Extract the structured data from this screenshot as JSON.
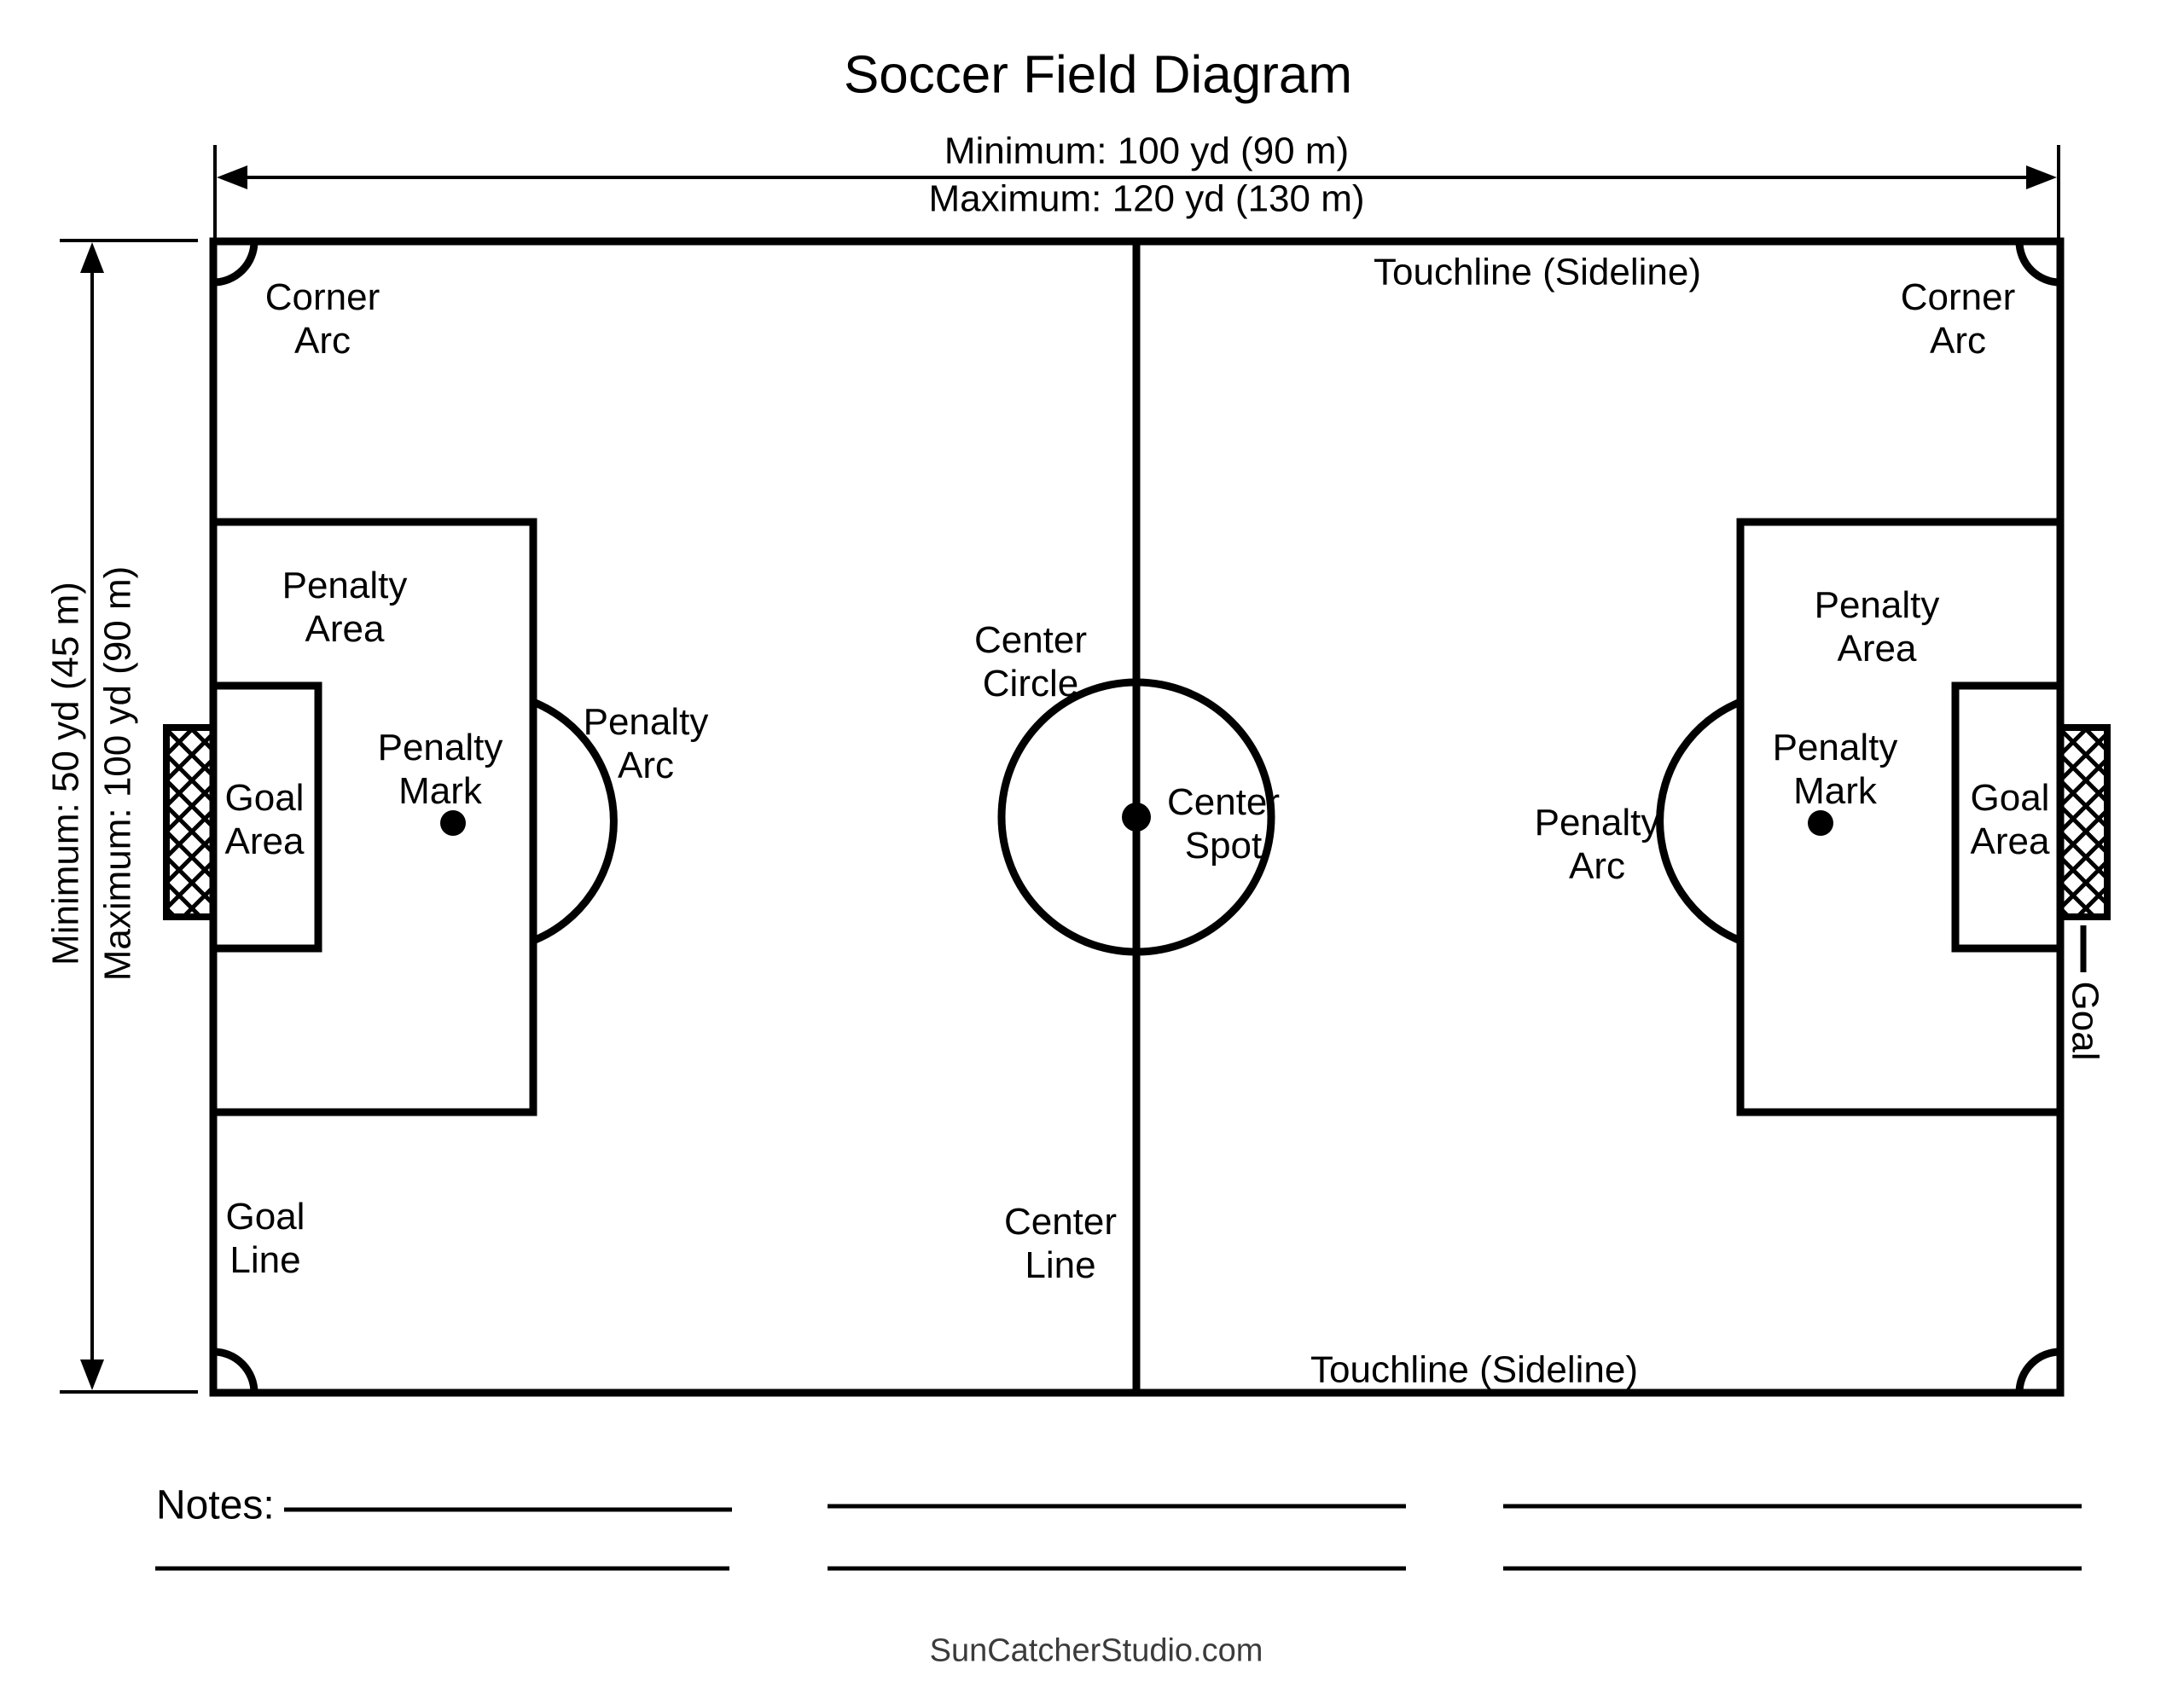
{
  "title": "Soccer Field Diagram",
  "dimensions": {
    "length_min": "Minimum: 100 yd (90 m)",
    "length_max": "Maximum: 120 yd (130 m)",
    "width_min": "Minimum: 50 yd (45 m)",
    "width_max": "Maximum: 100 yd (90 m)"
  },
  "labels": {
    "corner_arc": "Corner Arc",
    "touchline": "Touchline (Sideline)",
    "penalty_area": "Penalty Area",
    "goal_area": "Goal Area",
    "penalty_mark": "Penalty Mark",
    "penalty_arc": "Penalty Arc",
    "center_circle": "Center Circle",
    "center_spot": "Center Spot",
    "center_line": "Center Line",
    "goal_line": "Goal Line",
    "goal": "Goal"
  },
  "notes": {
    "label": "Notes:"
  },
  "footer": {
    "site": "SunCatcherStudio.com"
  },
  "colors": {
    "ink": "#000000",
    "footer_text": "#3b3b3b",
    "background": "#ffffff"
  }
}
